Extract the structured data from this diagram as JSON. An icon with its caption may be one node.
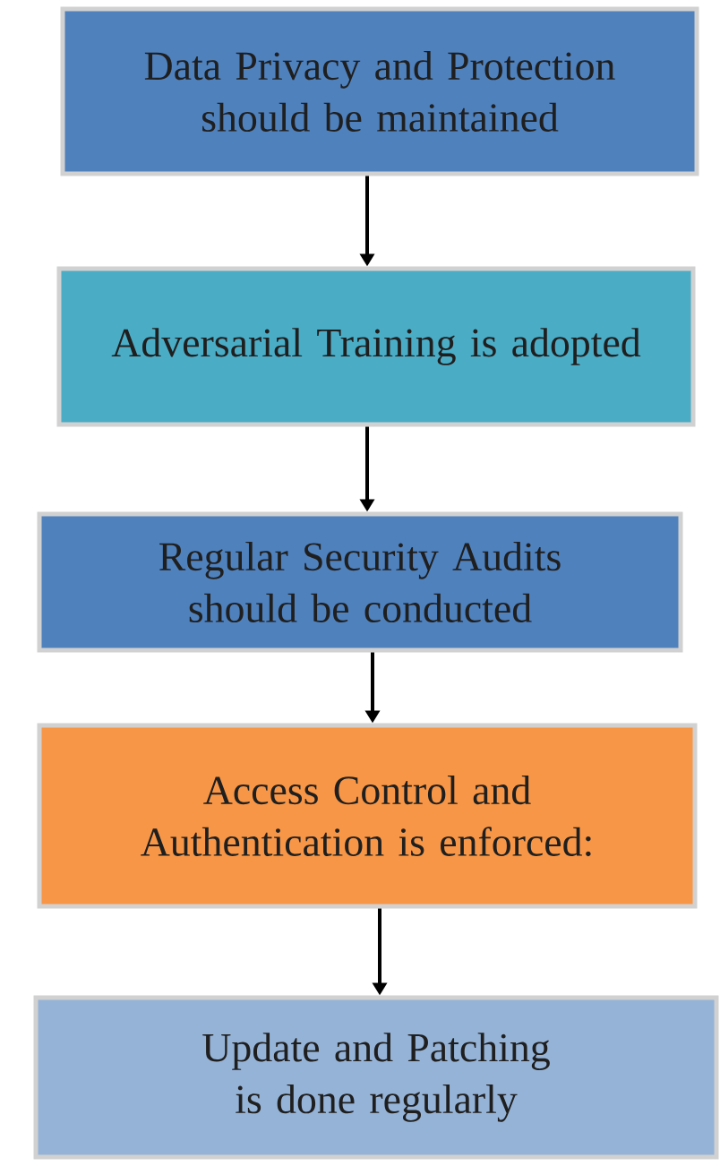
{
  "diagram": {
    "nodes": [
      {
        "text": [
          "Data Privacy and Protection should be maintained"
        ]
      },
      {
        "text": [
          "Adversarial Training is adopted"
        ]
      },
      {
        "text": [
          "Regular Security Audits should be conducted"
        ]
      },
      {
        "text": [
          "Access Control and Authentication is enforced:"
        ]
      },
      {
        "text": [
          "Update and Patching is done regularly"
        ]
      }
    ],
    "edges": [
      {
        "from": 0,
        "to": 1,
        "arrow": "to"
      },
      {
        "from": 1,
        "to": 2,
        "arrow": "to"
      },
      {
        "from": 2,
        "to": 3,
        "arrow": "to"
      },
      {
        "from": 3,
        "to": 4,
        "arrow": "to"
      }
    ]
  }
}
